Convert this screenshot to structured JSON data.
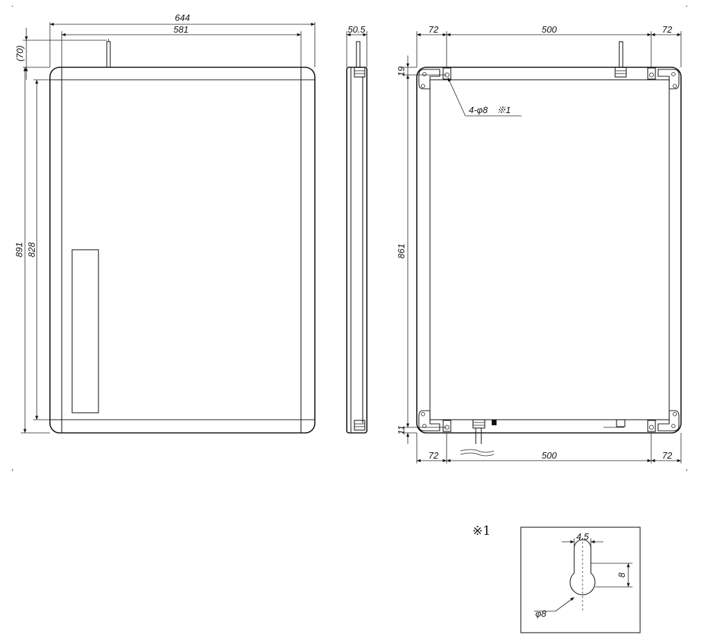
{
  "front_view": {
    "overall_width": "644",
    "inner_width": "581",
    "overall_height": "891",
    "inner_height": "828",
    "antenna_height": "(70)"
  },
  "side_view": {
    "depth": "50.5"
  },
  "back_view": {
    "top_left_margin": "72",
    "top_span": "500",
    "top_right_margin": "72",
    "bottom_left_margin": "72",
    "bottom_span": "500",
    "bottom_right_margin": "72",
    "top_offset": "19",
    "bottom_offset": "11",
    "hole_pitch": "861",
    "hole_callout": "4-φ8　※1"
  },
  "detail": {
    "mark": "※1",
    "slot_width": "4.5",
    "slot_length": "8",
    "hole_diameter": "φ8"
  }
}
